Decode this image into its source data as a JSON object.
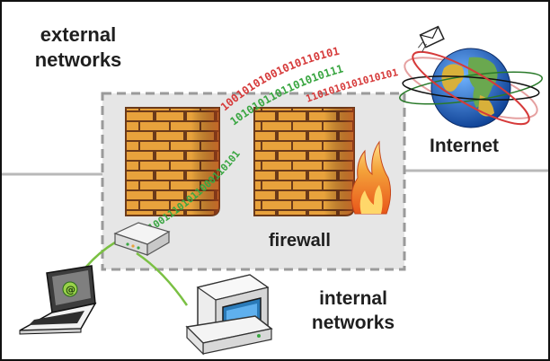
{
  "labels": {
    "external_line1": "external",
    "external_line2": "networks",
    "internet": "Internet",
    "firewall": "firewall",
    "internal_line1": "internal",
    "internal_line2": "networks"
  },
  "streams": {
    "red_top": "10010101001010110101",
    "green_top": "1010101101101010111",
    "red_mid": "1101010101010101",
    "green_low": "10011101011000110101"
  },
  "colors": {
    "brick": "#e8a23c",
    "brick_dark": "#c4662a",
    "mortar": "#6b3a1a",
    "zone_fill": "#e6e6e6",
    "zone_border": "#9a9a9a",
    "network_line": "#b8b8b8",
    "cable": "#7ac043",
    "data_red": "#d63a3a",
    "data_green": "#3aa642"
  },
  "icons": [
    "firewall-wall",
    "fire-icon",
    "globe-icon",
    "envelope-icon",
    "router-icon",
    "laptop-icon",
    "desktop-computer-icon"
  ]
}
